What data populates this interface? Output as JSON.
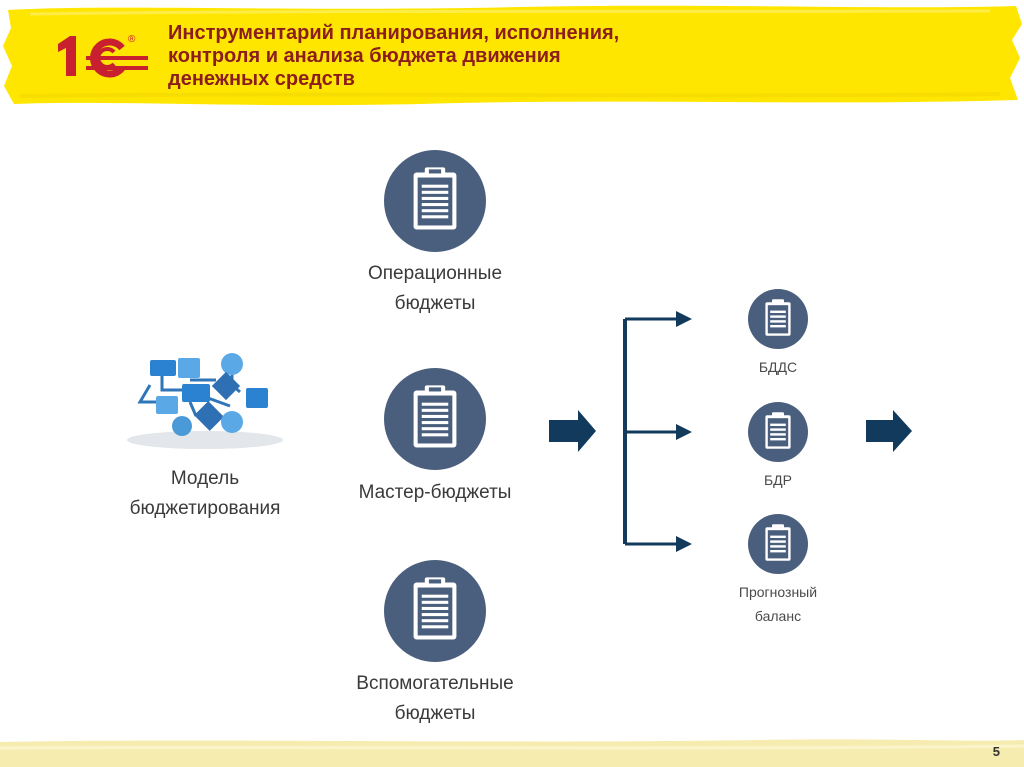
{
  "header": {
    "title": "Инструментарий планирования, исполнения,\nконтроля и анализа бюджета движения\nденежных средств",
    "logo_text": "1С",
    "logo_mark": "®"
  },
  "model": {
    "label": "Модель\nбюджетирования",
    "icon": "flowchart-icon"
  },
  "budgets": [
    {
      "label": "Операционные\nбюджеты",
      "icon": "clipboard-icon"
    },
    {
      "label": "Мастер-бюджеты",
      "icon": "clipboard-icon"
    },
    {
      "label": "Вспомогательные\nбюджеты",
      "icon": "clipboard-icon"
    }
  ],
  "reports": [
    {
      "label": "БДДС",
      "icon": "clipboard-icon"
    },
    {
      "label": "БДР",
      "icon": "clipboard-icon"
    },
    {
      "label": "Прогнозный\nбаланс",
      "icon": "clipboard-icon"
    }
  ],
  "page_number": "5",
  "colors": {
    "banner": "#ffe600",
    "title": "#8b1d1d",
    "logo": "#c8202f",
    "icon_circle": "#4a5f7d",
    "arrow": "#123a5c",
    "footer": "#f7ecb0"
  }
}
